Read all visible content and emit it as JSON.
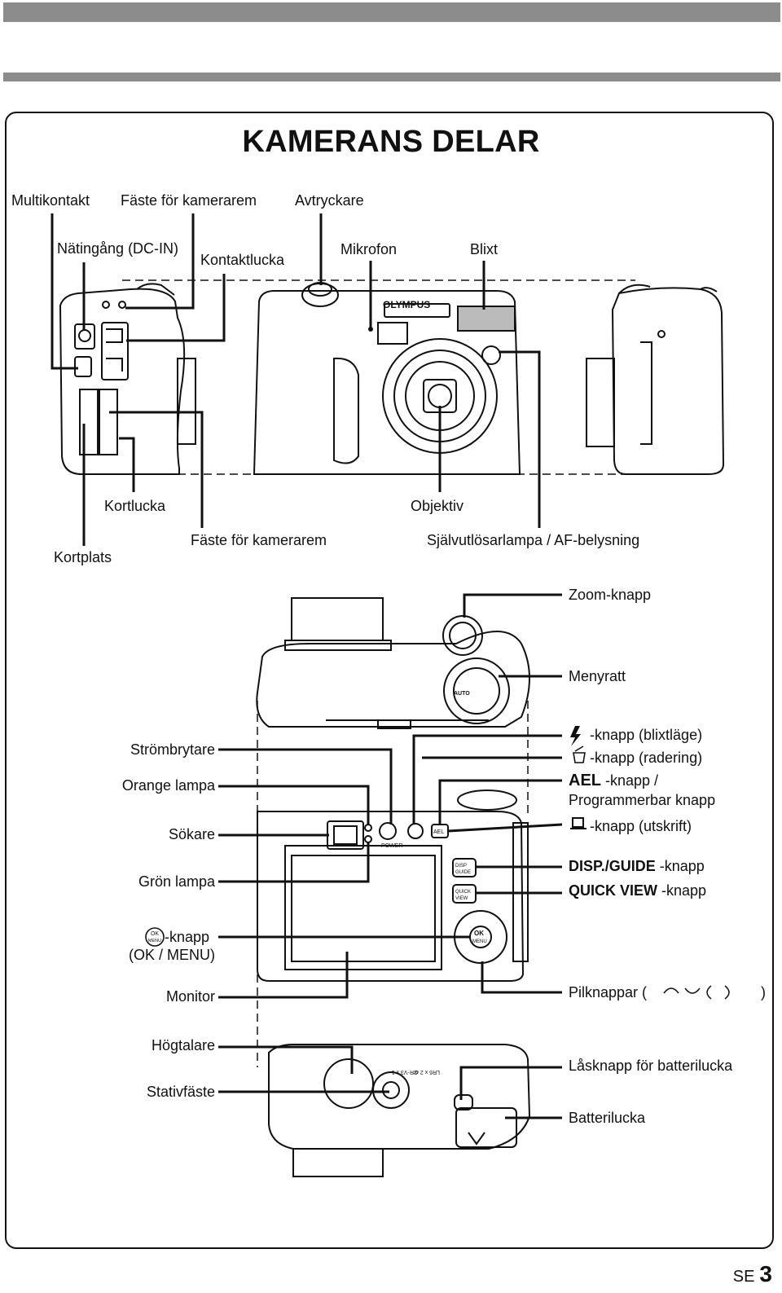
{
  "title": "KAMERANS DELAR",
  "top_labels": {
    "multikontakt": "Multikontakt",
    "faste1": "Fäste för kamerarem",
    "avtryckare": "Avtryckare",
    "natingang": "Nätingång (DC-IN)",
    "kontaktlucka": "Kontaktlucka",
    "mikrofon": "Mikrofon",
    "blixt": "Blixt",
    "kortlucka": "Kortlucka",
    "objektiv": "Objektiv",
    "faste2": "Fäste för kamerarem",
    "sjalvutlosar": "Självutlösarlampa / AF-belysning",
    "kortplats": "Kortplats"
  },
  "brand": "OLYMPUS",
  "top_view_labels": {
    "zoom": "Zoom-knapp",
    "menyratt": "Menyratt"
  },
  "back_labels_left": {
    "strombrytare": "Strömbrytare",
    "orange": "Orange lampa",
    "sokare": "Sökare",
    "gron": "Grön lampa",
    "ok_knapp": "-knapp",
    "ok_sub": "(OK / MENU)",
    "monitor": "Monitor"
  },
  "back_labels_right": {
    "flash": "-knapp (blixtläge)",
    "erase": "-knapp (radering)",
    "ael_sym": "AEL",
    "ael": "-knapp /",
    "ael2": "Programmerbar knapp",
    "print": "-knapp (utskrift)",
    "disp_sym": "DISP./GUIDE",
    "disp": "-knapp",
    "qv_sym": "QUICK VIEW",
    "qv": "-knapp",
    "pil": "Pilknappar (",
    "pil_end": ")"
  },
  "bottom_labels": {
    "hogtalare": "Högtalare",
    "stativ": "Stativfäste",
    "lasknapp": "Låsknapp för batterilucka",
    "batteri": "Batterilucka"
  },
  "camera_marks": {
    "power": "POWER",
    "ael": "AEL",
    "disp1": "DISP",
    "disp2": "GUIDE",
    "qv1": "QUICK",
    "qv2": "VIEW",
    "ok": "OK",
    "menu": "MENU",
    "auto": "AUTO",
    "battery1": "CR-V3 x 1",
    "battery2": "LR6 x 2 or"
  },
  "footer": {
    "lang": "SE",
    "page": "3"
  }
}
